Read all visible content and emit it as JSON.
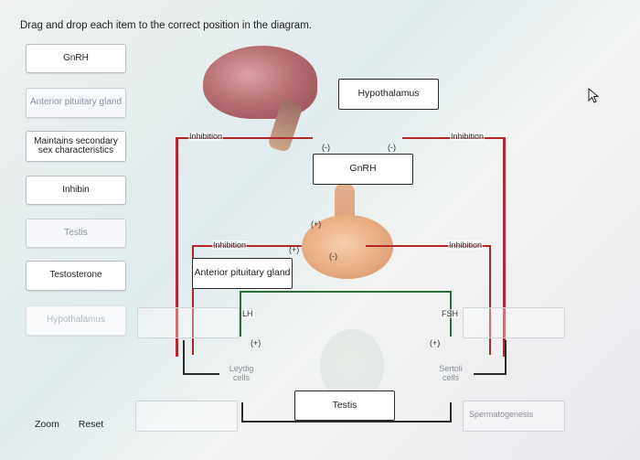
{
  "instruction": "Drag and drop each item to the correct position in the diagram.",
  "items": [
    {
      "label": "GnRH"
    },
    {
      "label": "Anterior pituitary gland"
    },
    {
      "label": "Maintains secondary sex characteristics"
    },
    {
      "label": "Inhibin"
    },
    {
      "label": "Testis"
    },
    {
      "label": "Testosterone"
    },
    {
      "label": "Hypothalamus"
    }
  ],
  "diagram": {
    "hypothalamus": "Hypothalamus",
    "gnrh": "GnRH",
    "anterior_pituitary": "Anterior pituitary gland",
    "testis": "Testis",
    "inhibition_label": "Inhibition",
    "neg_sign": "(-)",
    "pos_sign": "(+)",
    "lh": "LH",
    "fsh": "FSH",
    "leydig": "Leydig cells",
    "sertoli": "Sertoli cells",
    "spermatogenesis": "Spermatogenesis"
  },
  "footer": {
    "zoom": "Zoom",
    "reset": "Reset"
  },
  "colors": {
    "inhibition_line": "#b3262b",
    "stimulation_line": "#2f6b3c"
  }
}
